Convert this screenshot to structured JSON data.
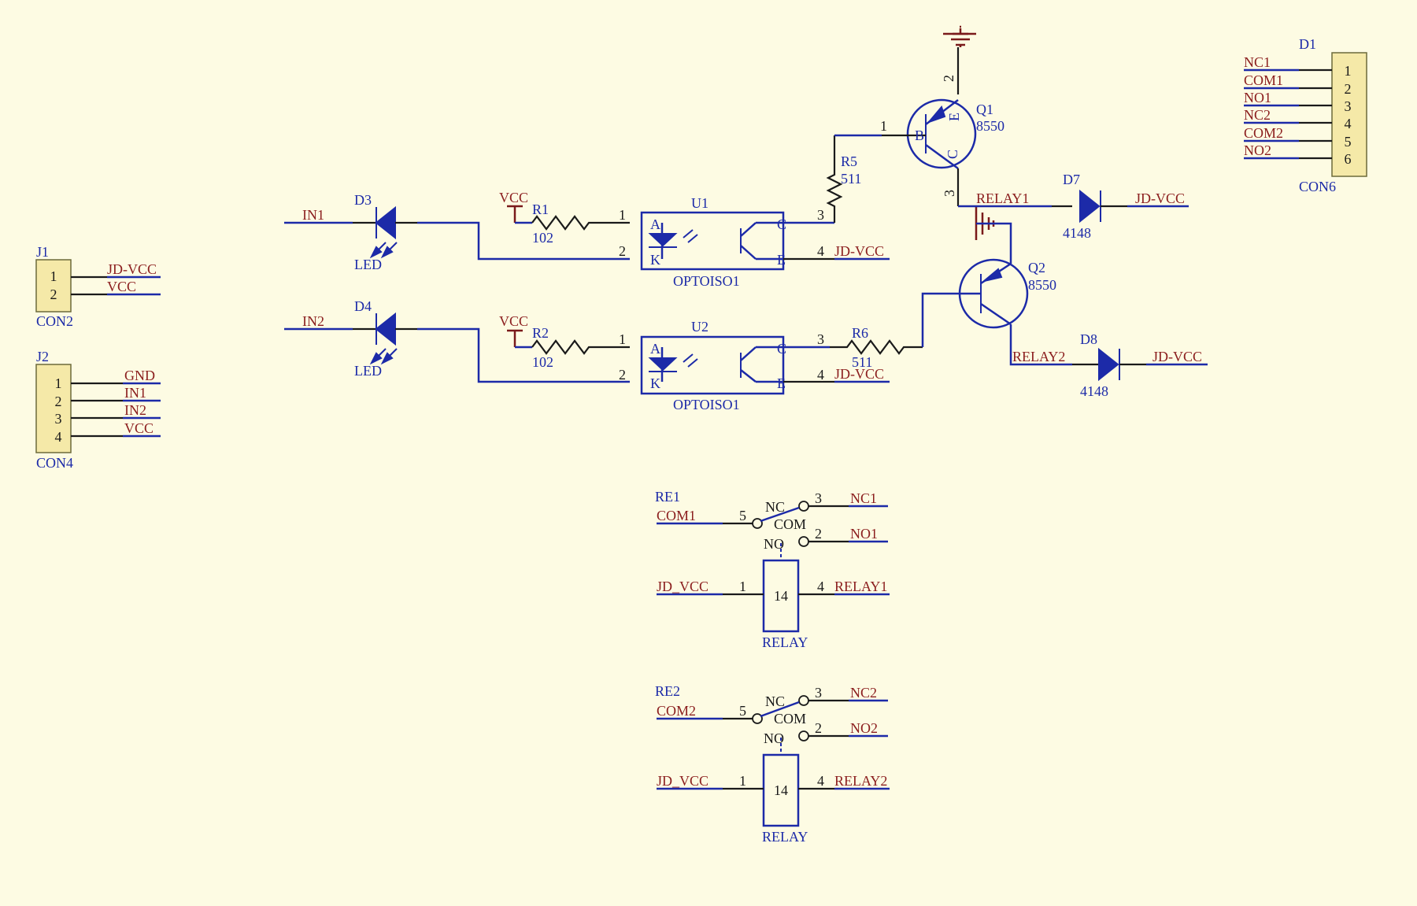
{
  "J1": {
    "ref": "J1",
    "value": "CON2",
    "pins": [
      "1",
      "2"
    ],
    "nets": [
      "JD-VCC",
      "VCC"
    ]
  },
  "J2": {
    "ref": "J2",
    "value": "CON4",
    "pins": [
      "1",
      "2",
      "3",
      "4"
    ],
    "nets": [
      "GND",
      "IN1",
      "IN2",
      "VCC"
    ]
  },
  "D1": {
    "ref": "D1",
    "value": "CON6",
    "pins": [
      "1",
      "2",
      "3",
      "4",
      "5",
      "6"
    ],
    "nets": [
      "NC1",
      "COM1",
      "NO1",
      "NC2",
      "COM2",
      "NO2"
    ]
  },
  "D3": {
    "ref": "D3",
    "value": "LED",
    "net": "IN1"
  },
  "D4": {
    "ref": "D4",
    "value": "LED",
    "net": "IN2"
  },
  "R1": {
    "ref": "R1",
    "value": "102",
    "supply": "VCC"
  },
  "R2": {
    "ref": "R2",
    "value": "102",
    "supply": "VCC"
  },
  "U1": {
    "ref": "U1",
    "value": "OPTOISO1",
    "pins": [
      "1",
      "2",
      "3",
      "4"
    ],
    "a": "A",
    "k": "K",
    "c": "C",
    "e": "E",
    "net4": "JD-VCC"
  },
  "U2": {
    "ref": "U2",
    "value": "OPTOISO1",
    "pins": [
      "1",
      "2",
      "3",
      "4"
    ],
    "a": "A",
    "k": "K",
    "c": "C",
    "e": "E",
    "net4": "JD-VCC"
  },
  "R5": {
    "ref": "R5",
    "value": "511"
  },
  "R6": {
    "ref": "R6",
    "value": "511"
  },
  "Q1": {
    "ref": "Q1",
    "value": "8550",
    "pins": [
      "1",
      "2",
      "3"
    ],
    "b": "B",
    "e": "E",
    "c": "C"
  },
  "Q2": {
    "ref": "Q2",
    "value": "8550"
  },
  "D7": {
    "ref": "D7",
    "value": "4148",
    "net_left": "RELAY1",
    "net_right": "JD-VCC"
  },
  "D8": {
    "ref": "D8",
    "value": "4148",
    "net_left": "RELAY2",
    "net_right": "JD-VCC"
  },
  "RE1": {
    "ref": "RE1",
    "value": "RELAY",
    "coil": "14",
    "nc": "NC",
    "com": "COM",
    "no": "NO",
    "pins": [
      "5",
      "3",
      "2",
      "1",
      "4"
    ],
    "nets": {
      "com": "COM1",
      "nc": "NC1",
      "no": "NO1",
      "coil1": "JD_VCC",
      "coil4": "RELAY1"
    }
  },
  "RE2": {
    "ref": "RE2",
    "value": "RELAY",
    "coil": "14",
    "nc": "NC",
    "com": "COM",
    "no": "NO",
    "pins": [
      "5",
      "3",
      "2",
      "1",
      "4"
    ],
    "nets": {
      "com": "COM2",
      "nc": "NC2",
      "no": "NO2",
      "coil1": "JD_VCC",
      "coil4": "RELAY2"
    }
  },
  "colors": {
    "background": "#fdfbe3",
    "wire": "#1c2aa8",
    "net_label": "#8b1e1e",
    "power": "#7a1a1a",
    "connector_fill": "#f5e9a8"
  }
}
